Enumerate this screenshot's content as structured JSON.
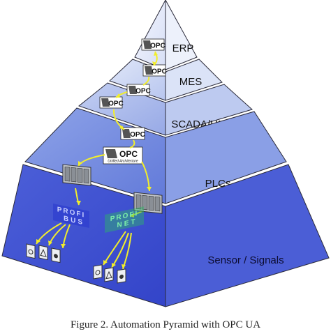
{
  "diagram": {
    "levels": [
      {
        "label": "ERP"
      },
      {
        "label": "MES"
      },
      {
        "label": "SCADA/HMI"
      },
      {
        "label": "PLCs"
      },
      {
        "label": "Sensor / Signals"
      }
    ],
    "opc_logo_text": "OPC",
    "opc_subtext": "Unified Architecture",
    "profibus": {
      "top": "PROFI",
      "bottom": "BUS"
    },
    "profinet": {
      "top": "PROFI",
      "bottom": "NET"
    },
    "caption": "Figure 2. Automation Pyramid with OPC UA",
    "colors": {
      "face_top": "#e2eaf9",
      "face_bottom": "#2f3fc9",
      "arrow": "#f2ee2a",
      "profibus": "#1e2fd6",
      "profinet": "#3fd07a"
    }
  }
}
